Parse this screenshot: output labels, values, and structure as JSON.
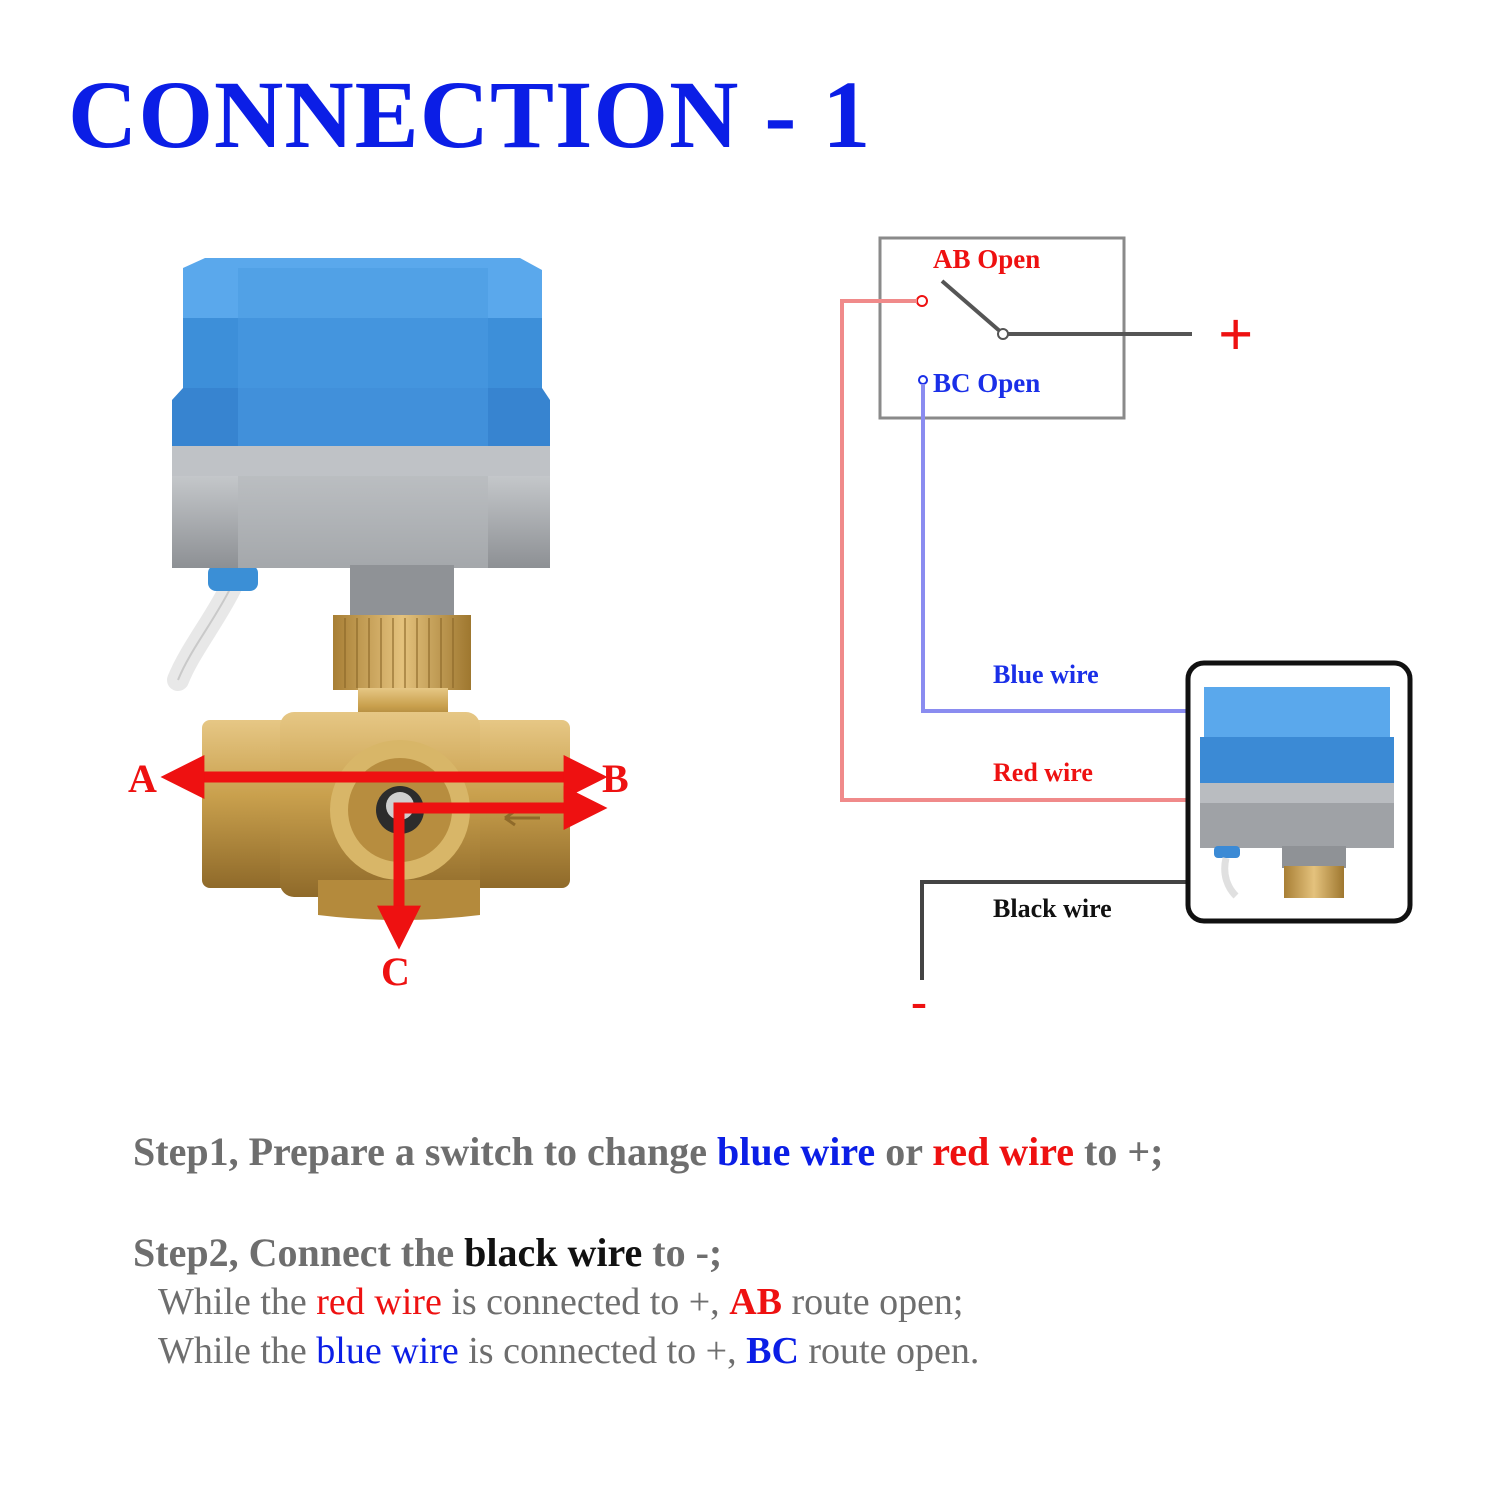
{
  "title": "CONNECTION - 1",
  "valve": {
    "port_a": "A",
    "port_b": "B",
    "port_c": "C"
  },
  "diagram": {
    "ab_open": "AB Open",
    "bc_open": "BC Open",
    "plus": "+",
    "minus": "-",
    "blue_wire": "Blue wire",
    "red_wire": "Red wire",
    "black_wire": "Black wire"
  },
  "steps": {
    "step1": {
      "prefix": "Step1, Prepare a switch to change ",
      "blue_wire": "blue wire",
      "or": " or ",
      "red_wire": "red wire",
      "suffix": " to +;"
    },
    "step2": {
      "prefix": "Step2, Connect the ",
      "black_wire": "black wire",
      "suffix": " to -;"
    },
    "line1": {
      "prefix": "While the ",
      "wire": "red wire",
      "mid": " is connected to +, ",
      "route": "AB",
      "suffix": " route open;"
    },
    "line2": {
      "prefix": "While the ",
      "wire": "blue wire",
      "mid": " is connected to +, ",
      "route": "BC",
      "suffix": " route open."
    }
  },
  "colors": {
    "title": "#0b1ee6",
    "blue": "#0b1ee6",
    "red": "#ee1111",
    "gray_text": "#6e6e6e",
    "brass": "#c8a24e",
    "actuator_blue": "#3f8fd8",
    "actuator_gray": "#a9acb0"
  }
}
